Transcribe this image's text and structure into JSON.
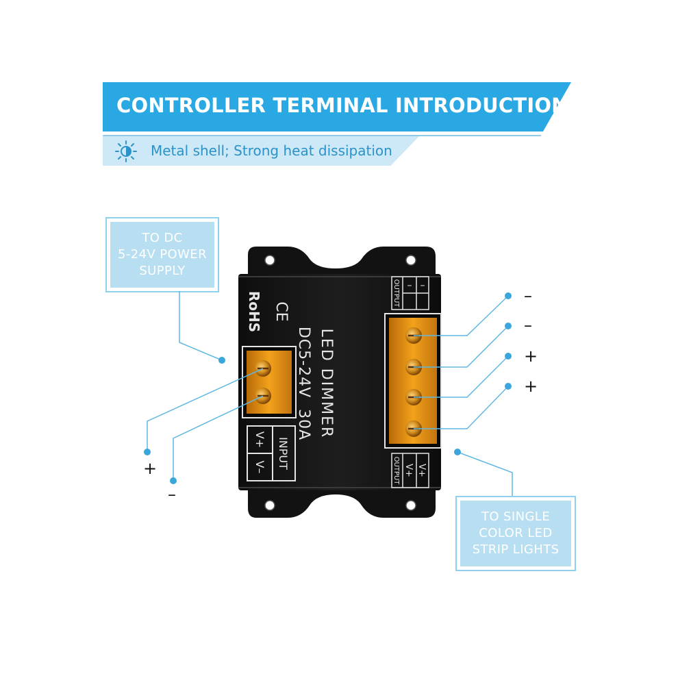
{
  "header": {
    "title": "CONTROLLER TERMINAL INTRODUCTION",
    "subtitle": "Metal shell; Strong heat dissipation",
    "subtitle_icon": "sun-icon"
  },
  "callouts": {
    "power": {
      "lines": [
        "TO DC",
        "5-24V POWER",
        "SUPPLY"
      ]
    },
    "strip": {
      "lines": [
        "TO SINGLE",
        "COLOR LED",
        "STRIP LIGHTS"
      ]
    }
  },
  "device": {
    "name": "LED DIMMER",
    "rating": "DC5-24V  30A",
    "cert_rohs": "RoHS",
    "cert_ce": "CE",
    "input_label": "INPUT",
    "input_terminals": [
      "V+",
      "V–"
    ],
    "output_label_top": "OUTPUT",
    "output_terminals_top": [
      "–",
      "–"
    ],
    "output_label_bottom": "OUTPUT",
    "output_terminals_bottom": [
      "V+",
      "V+"
    ]
  },
  "input_signs": [
    "+",
    "–"
  ],
  "output_signs": [
    "–",
    "–",
    "+",
    "+"
  ],
  "colors": {
    "accent": "#29a8e3",
    "accent_light": "#cde8f6",
    "callout_fill": "#b8def2",
    "leader": "#5fb7e3",
    "body": "#141414",
    "terminal": "#e39a14"
  }
}
